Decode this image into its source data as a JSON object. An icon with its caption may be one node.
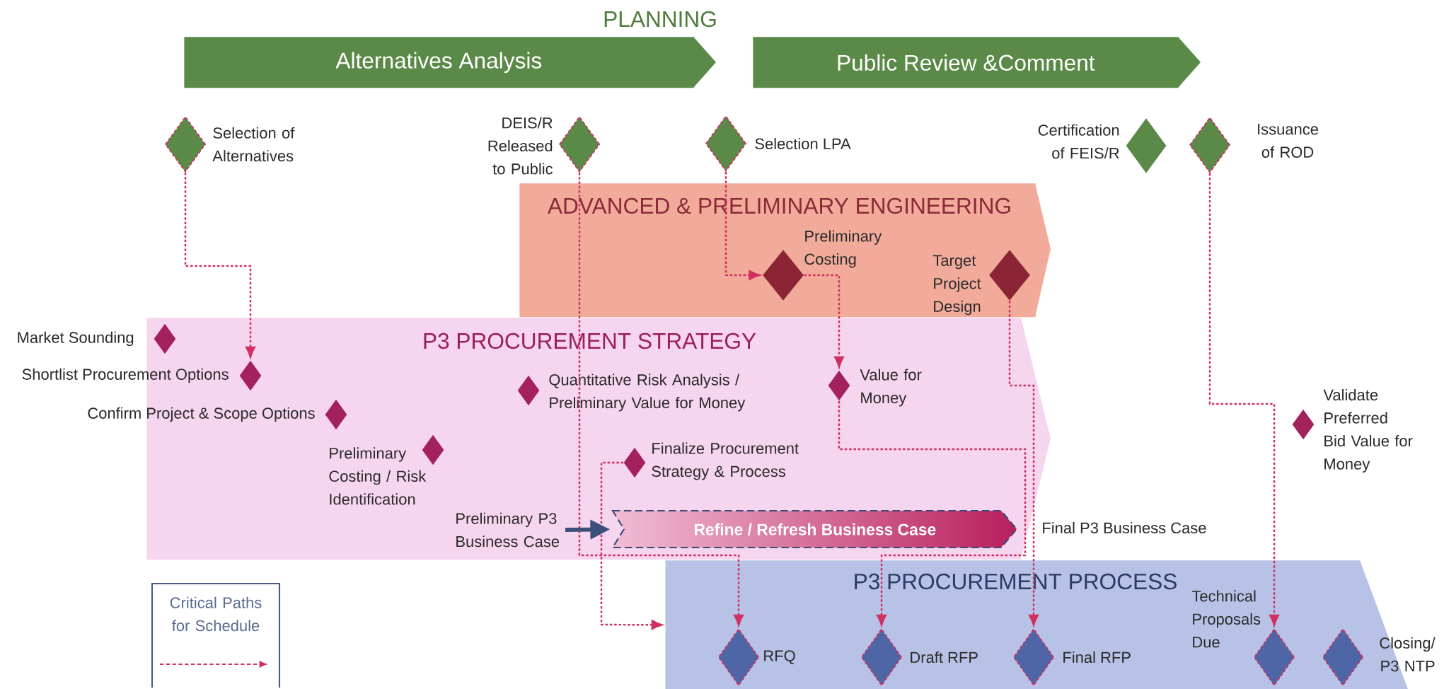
{
  "diagram": {
    "title": "PLANNING",
    "nodes": [
      {
        "text": [
          "Alternatives Analysis"
        ]
      },
      {
        "text": [
          "Public Review &Comment"
        ]
      },
      {
        "text": [],
        "shape": "diamond",
        "beside": [
          "Selection of Alternatives"
        ]
      },
      {
        "text": [],
        "shape": "diamond",
        "beside": [
          "DEIS/R Released to Public"
        ]
      },
      {
        "text": [],
        "shape": "diamond",
        "beside": [
          "Selection LPA"
        ]
      },
      {
        "text": [],
        "shape": "diamond",
        "beside": [
          "Certification of FEIS/R"
        ]
      },
      {
        "text": [],
        "shape": "diamond",
        "beside": [
          "Issuance of ROD"
        ]
      },
      {
        "text": [
          "ADVANCED & PRELIMINARY ENGINEERING"
        ]
      },
      {
        "text": [],
        "shape": "diamond",
        "beside": [
          "Preliminary Costing"
        ],
        "in": 7
      },
      {
        "text": [],
        "shape": "diamond",
        "beside": [
          "Target Project Design"
        ],
        "in": 7
      },
      {
        "text": [
          "P3 PROCUREMENT STRATEGY"
        ]
      },
      {
        "text": [],
        "shape": "diamond",
        "beside": [
          "Market Sounding"
        ],
        "in": 10
      },
      {
        "text": [],
        "shape": "diamond",
        "beside": [
          "Shortlist Procurement Options"
        ],
        "in": 10
      },
      {
        "text": [],
        "shape": "diamond",
        "beside": [
          "Confirm Project & Scope Options"
        ],
        "in": 10
      },
      {
        "text": [],
        "shape": "diamond",
        "beside": [
          "Preliminary Costing / Risk Identification"
        ],
        "in": 10
      },
      {
        "text": [],
        "shape": "diamond",
        "beside": [
          "Quantitative Risk Analysis / Preliminary Value for Money"
        ],
        "in": 10
      },
      {
        "text": [],
        "shape": "diamond",
        "beside": [
          "Finalize Procurement Strategy & Process"
        ],
        "in": 10
      },
      {
        "text": [],
        "shape": "diamond",
        "beside": [
          "Value for Money"
        ],
        "in": 10
      },
      {
        "text": [
          "Preliminary P3 Business Case"
        ],
        "in": 10
      },
      {
        "text": [
          "Refine / Refresh Business Case"
        ],
        "beside": [
          "Final P3 Business Case"
        ],
        "in": 10
      },
      {
        "text": [],
        "shape": "diamond",
        "beside": [
          "Validate Preferred Bid Value for Money"
        ]
      },
      {
        "text": [
          "P3 PROCUREMENT PROCESS"
        ]
      },
      {
        "text": [],
        "shape": "diamond",
        "beside": [
          "RFQ"
        ],
        "in": 21
      },
      {
        "text": [],
        "shape": "diamond",
        "beside": [
          "Draft RFP"
        ],
        "in": 21
      },
      {
        "text": [],
        "shape": "diamond",
        "beside": [
          "Final RFP"
        ],
        "in": 21
      },
      {
        "text": [],
        "shape": "diamond",
        "beside": [
          "Technical Proposals Due"
        ],
        "in": 21
      },
      {
        "text": [],
        "shape": "diamond",
        "beside": [
          "Closing/ P3 NTP"
        ],
        "in": 21
      }
    ],
    "edges": [
      {
        "from": 2,
        "to": 12,
        "arrow": "to",
        "style": "dashed"
      },
      {
        "from": 3,
        "to": 22,
        "arrow": "to",
        "style": "dashed"
      },
      {
        "from": 4,
        "to": 8,
        "arrow": "to",
        "style": "dashed"
      },
      {
        "from": 8,
        "to": 17,
        "arrow": "to",
        "style": "dashed"
      },
      {
        "from": 17,
        "to": 23,
        "arrow": "to",
        "style": "dashed"
      },
      {
        "from": 9,
        "to": 24,
        "arrow": "to",
        "style": "dashed"
      },
      {
        "from": 6,
        "to": 25,
        "arrow": "to",
        "style": "dashed"
      },
      {
        "from": 16,
        "to": 21,
        "arrow": "to",
        "style": "dashed"
      },
      {
        "from": 18,
        "to": 19,
        "arrow": "to",
        "style": "thick",
        "color": "#3b4f78"
      }
    ],
    "legend": [
      {
        "text": "Critical Paths for Schedule"
      }
    ]
  }
}
